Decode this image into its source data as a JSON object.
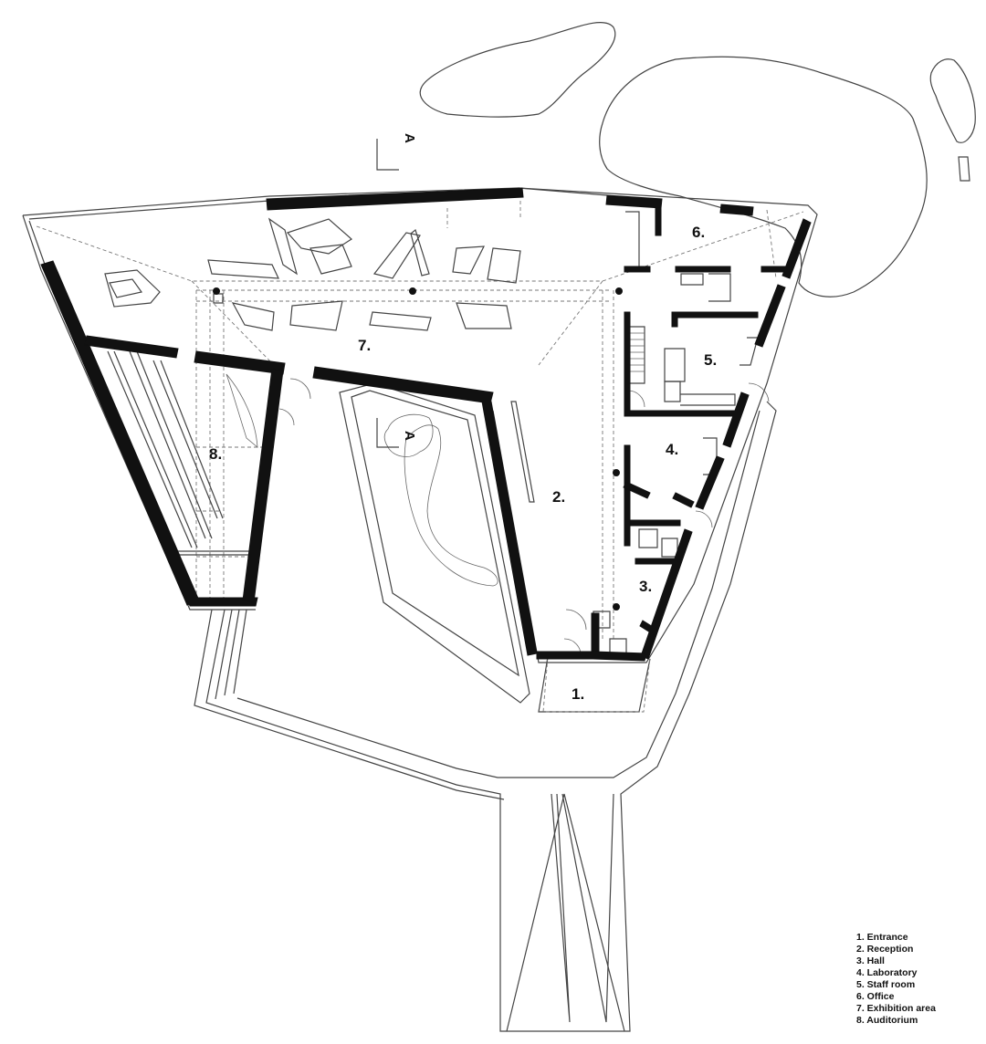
{
  "rooms": [
    {
      "number": "1.",
      "name": "Entrance"
    },
    {
      "number": "2.",
      "name": "Reception"
    },
    {
      "number": "3.",
      "name": "Hall"
    },
    {
      "number": "4.",
      "name": "Laboratory"
    },
    {
      "number": "5.",
      "name": "Staff room"
    },
    {
      "number": "6.",
      "name": "Office"
    },
    {
      "number": "7.",
      "name": "Exhibition area"
    },
    {
      "number": "8.",
      "name": "Auditorium"
    }
  ],
  "section_marker": "A",
  "legend": [
    "1. Entrance",
    "2. Reception",
    "3. Hall",
    "4. Laboratory",
    "5. Staff room",
    "6. Office",
    "7. Exhibition area",
    "8. Auditorium"
  ]
}
